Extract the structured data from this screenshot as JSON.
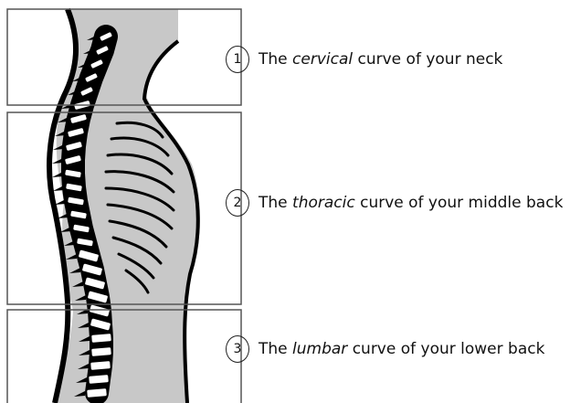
{
  "figure": {
    "colors": {
      "body": "#c8c8c8",
      "outline": "#000000",
      "frame": "#555555",
      "vertebra": "#ffffff"
    },
    "sections": [
      {
        "number": "1",
        "before": "The ",
        "term": "cervical",
        "after": " curve of your neck"
      },
      {
        "number": "2",
        "before": "The ",
        "term": "thoracic",
        "after": " curve of your middle back"
      },
      {
        "number": "3",
        "before": "The ",
        "term": "lumbar",
        "after": " curve of your lower back"
      }
    ]
  }
}
